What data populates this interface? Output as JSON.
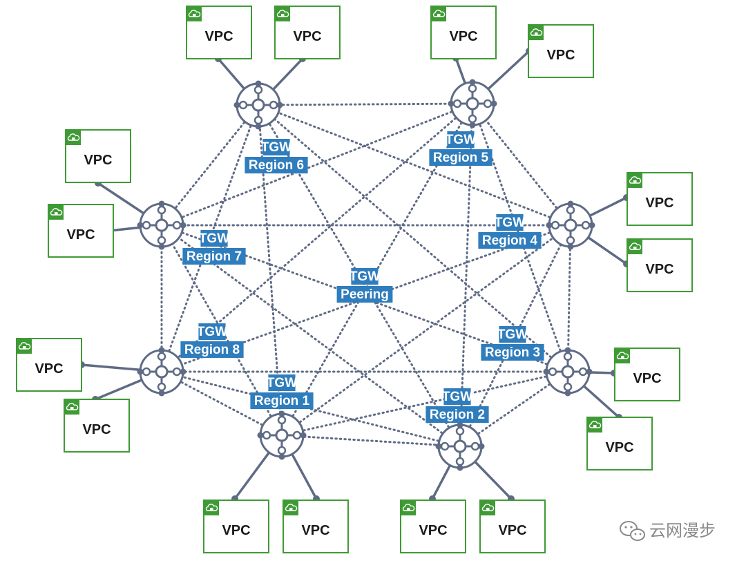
{
  "colors": {
    "vpc_border": "#3f9a35",
    "vpc_badge": "#3f9a35",
    "connector": "#5f6b85",
    "label_bg": "#2f7dbd",
    "label_text": "#ffffff",
    "watermark": "#8a8a8a"
  },
  "vpc_label": "VPC",
  "vpc_icon": "cloud-lock-icon",
  "tgw_icon": "transit-gateway-icon",
  "labels": {
    "r1": [
      "TGW",
      "Region 1"
    ],
    "r2": [
      "TGW",
      "Region 2"
    ],
    "r3": [
      "TGW",
      "Region 3"
    ],
    "r4": [
      "TGW",
      "Region 4"
    ],
    "r5": [
      "TGW",
      "Region 5"
    ],
    "r6": [
      "TGW",
      "Region 6"
    ],
    "r7": [
      "TGW",
      "Region 7"
    ],
    "r8": [
      "TGW",
      "Region 8"
    ],
    "peering": [
      "TGW",
      "Peering"
    ]
  },
  "peering_links": "full-mesh between all 8 regional TGWs",
  "watermark": {
    "text": "云网漫步",
    "icon": "wechat-icon"
  }
}
